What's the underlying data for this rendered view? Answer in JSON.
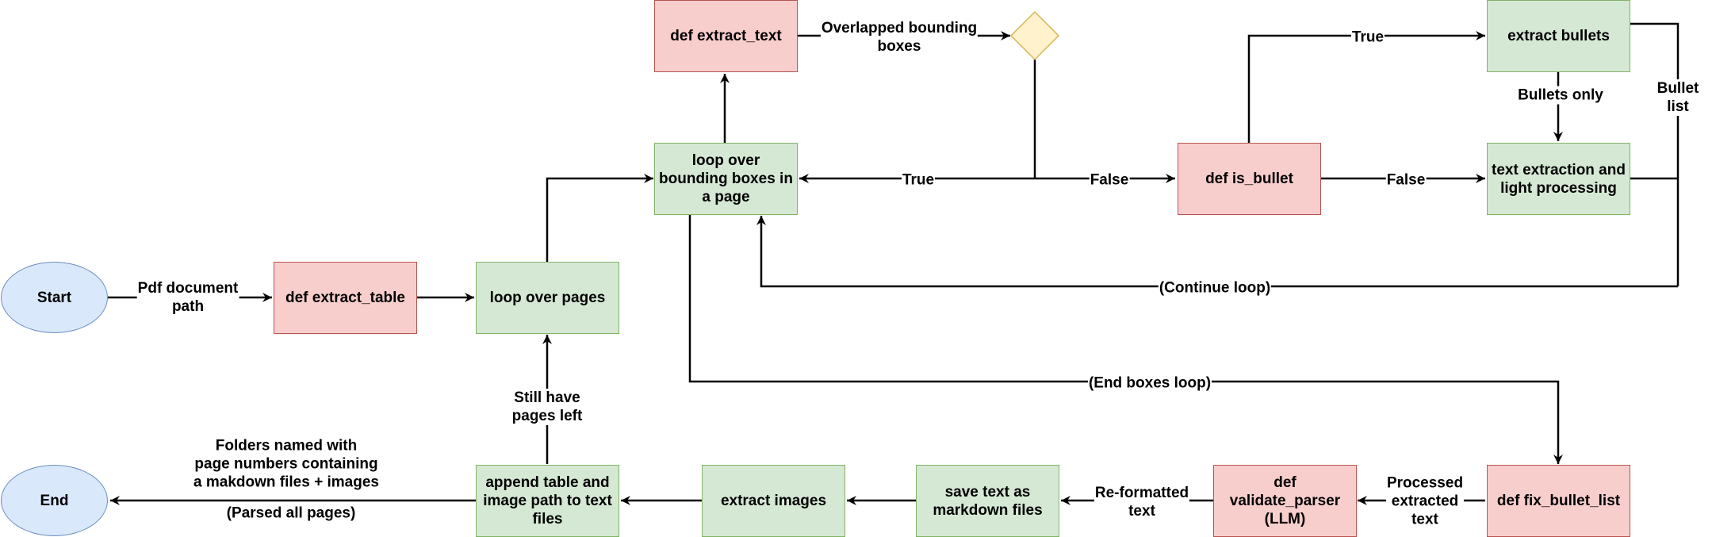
{
  "nodes": {
    "start": "Start",
    "end": "End",
    "extract_table": "def extract_table",
    "loop_pages": "loop over pages",
    "loop_boxes": "loop over\nbounding boxes in\na page",
    "extract_text": "def extract_text",
    "is_bullet": "def is_bullet",
    "extract_bullets": "extract bullets",
    "text_extraction": "text extraction and\nlight processing",
    "fix_bullet_list": "def fix_bullet_list",
    "validate_parser": "def\nvalidate_parser\n(LLM)",
    "save_text": "save text as\nmarkdown files",
    "extract_images": "extract images",
    "append_table": "append table and\nimage path to text\nfiles"
  },
  "edge_labels": {
    "pdf_path": "Pdf document\npath",
    "overlapped": "Overlapped bounding\nboxes",
    "true_loop": "True",
    "false_bullet": "False",
    "true_bullet": "True",
    "false_text": "False",
    "bullets_only": "Bullets only",
    "bullet_list": "Bullet list",
    "continue_loop": "(Continue loop)",
    "end_boxes": "(End boxes loop)",
    "processed": "Processed\nextracted\ntext",
    "reformatted": "Re-formatted\ntext",
    "still_pages": "Still have\npages left",
    "folders": "Folders named with\npage numbers containing\na makdown files + images",
    "parsed_all": "(Parsed all pages)"
  },
  "colors": {
    "process_fill": "#d5e8d4",
    "process_stroke": "#82b366",
    "function_fill": "#f8cecc",
    "function_stroke": "#b85450",
    "terminal_fill": "#dae8fc",
    "terminal_stroke": "#6c8ebf",
    "decision_fill": "#fff2cc",
    "decision_stroke": "#d6b656"
  }
}
